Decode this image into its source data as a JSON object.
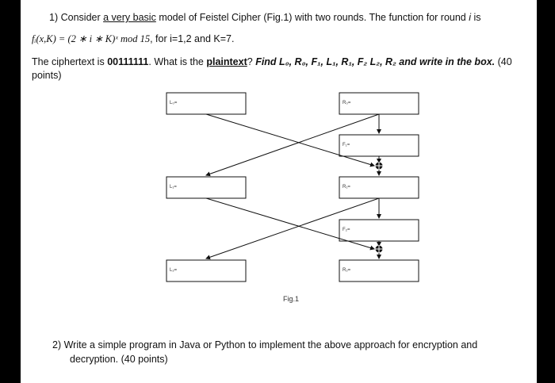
{
  "q1": {
    "number": "1)",
    "lead": "Consider",
    "underlined": "a very basic",
    "rest": "model of Feistel Cipher (Fig.1) with two rounds. The function for round",
    "i": "i",
    "is": "is",
    "formula": "fᵢ(x,K) = (2 ∗ i ∗ K)ˣ mod 15",
    "formula_tail": ", for i=1,2 and K=7.",
    "cipher_lead": "The ciphertext is",
    "ciphertext": "00111111",
    "cipher_mid": ". What is the",
    "plaintext": "plaintext",
    "q_mark": "?",
    "find": "Find L₀, R₀, F₁, L₁, R₁, F₂ L₂, R₂ and write in the box.",
    "points_a": "(40",
    "points_b": "points)"
  },
  "diagram": {
    "labels": {
      "L0": "L₀=",
      "R0": "R₀=",
      "F1": "F₁=",
      "L1": "L₁=",
      "R1": "R₁=",
      "F2": "F₂=",
      "L2": "L₂=",
      "R2": "R₂="
    },
    "caption": "Fig.1"
  },
  "q2": {
    "number": "2)",
    "line1": "Write a simple program in Java or Python to implement the above approach for encryption and",
    "line2": "decryption. (40 points)"
  }
}
